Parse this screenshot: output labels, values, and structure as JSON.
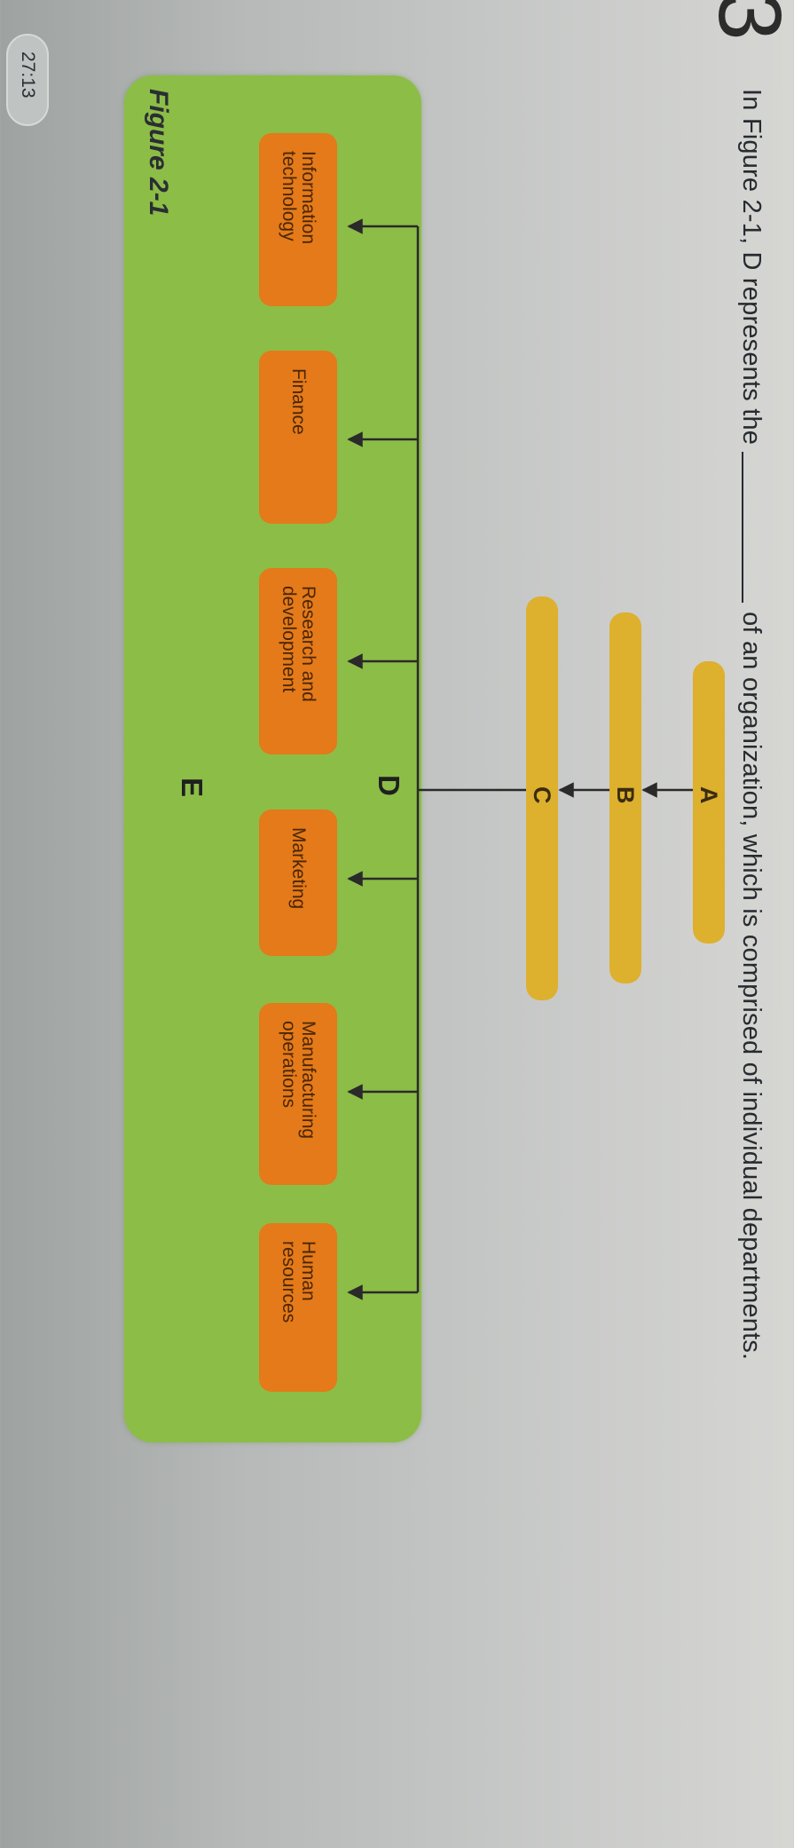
{
  "question": {
    "number": "3",
    "prefix": "In Figure 2-1, D represents the",
    "suffix": "of an organization, which is comprised of individual departments."
  },
  "timer": "27:13",
  "figure": {
    "levels": [
      "A",
      "B",
      "C"
    ],
    "structure_label": "D",
    "departments_label": "E",
    "departments": [
      [
        "Information",
        "technology"
      ],
      [
        "Finance"
      ],
      [
        "Research and",
        "development"
      ],
      [
        "Marketing"
      ],
      [
        "Manufacturing",
        "operations"
      ],
      [
        "Human",
        "resources"
      ]
    ],
    "caption": "Figure 2-1"
  },
  "colors": {
    "structure_green": "#8cbd47",
    "level_yellow": "#ddb02e",
    "department_orange": "#e47a19",
    "connector": "#2a2a2a"
  }
}
